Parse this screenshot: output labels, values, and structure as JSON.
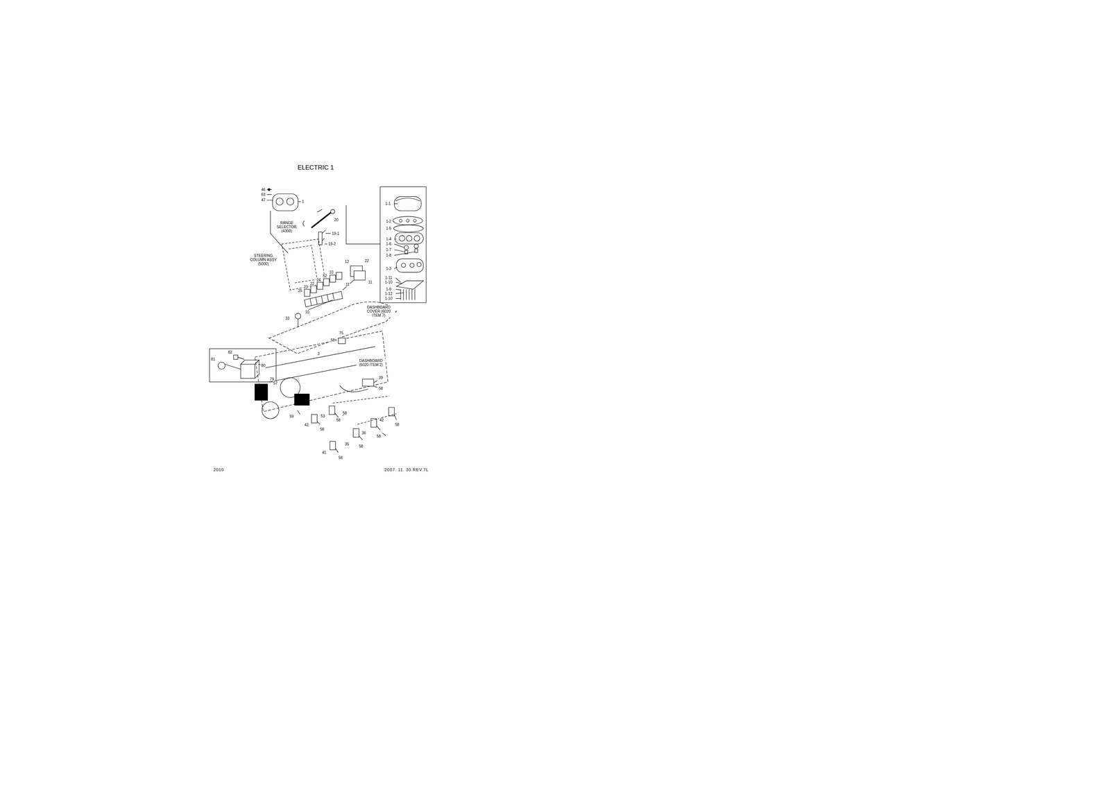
{
  "diagram": {
    "title": "ELECTRIC 1",
    "labels": [
      "46",
      "63",
      "47",
      "1",
      "20",
      "RANGE SELECTOR (4300)",
      "19-1",
      "19-2",
      "STEERING COLUMN ASSY (5000)",
      "12",
      "22",
      "10",
      "52",
      "24",
      "22",
      "23",
      "25",
      "11",
      "11",
      "10",
      "33",
      "DASHBOARD COVER (6020 ITEM 7)",
      "75",
      "58",
      "3",
      "DASHBOARD (6020 ITEM 2)",
      "82",
      "81",
      "80",
      "79",
      "39",
      "58",
      "57",
      "59",
      "42",
      "53",
      "58",
      "58",
      "58",
      "36",
      "35",
      "58",
      "58",
      "42",
      "58",
      "41",
      "58",
      "1-1",
      "1-2",
      "1-5",
      "1-4",
      "1-6",
      "1-7",
      "1-8",
      "1-3",
      "1-11",
      "1-10",
      "1-9",
      "1-12",
      "1-10",
      "2010",
      "2007. 11. 30 REV.7L"
    ]
  }
}
